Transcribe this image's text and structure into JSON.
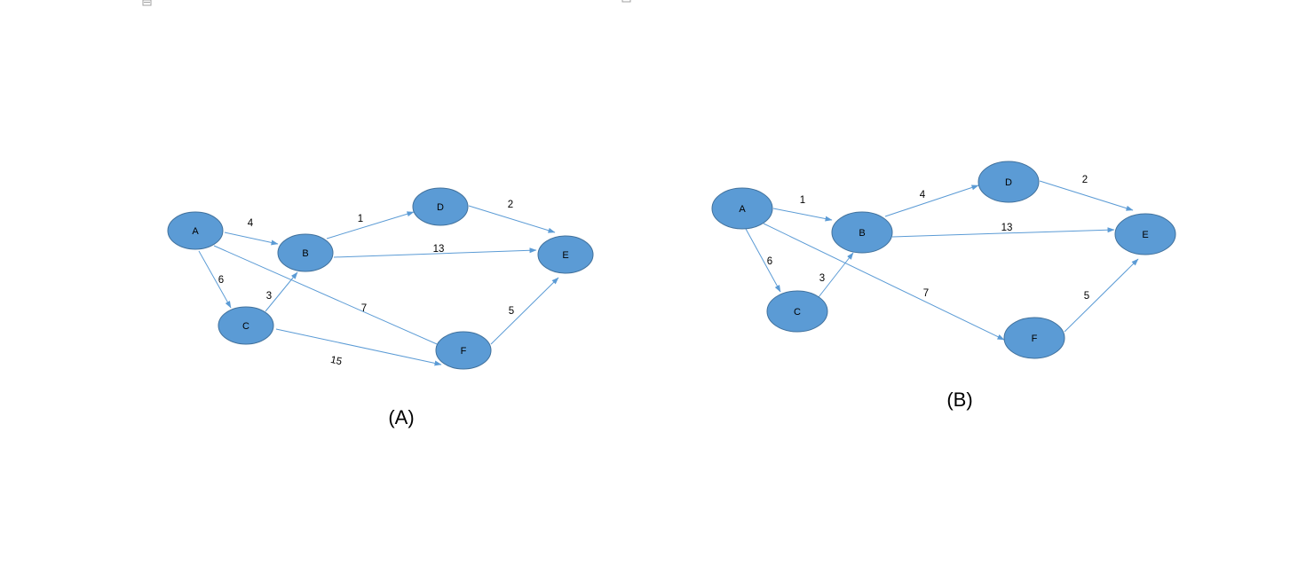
{
  "diagrams": [
    {
      "caption": "(A)",
      "nodes": [
        {
          "id": "A",
          "label": "A"
        },
        {
          "id": "B",
          "label": "B"
        },
        {
          "id": "C",
          "label": "C"
        },
        {
          "id": "D",
          "label": "D"
        },
        {
          "id": "E",
          "label": "E"
        },
        {
          "id": "F",
          "label": "F"
        }
      ],
      "edges": [
        {
          "from": "A",
          "to": "B",
          "weight": "4"
        },
        {
          "from": "A",
          "to": "C",
          "weight": "6"
        },
        {
          "from": "A",
          "to": "F",
          "weight": "7"
        },
        {
          "from": "C",
          "to": "B",
          "weight": "3"
        },
        {
          "from": "B",
          "to": "D",
          "weight": "1"
        },
        {
          "from": "B",
          "to": "E",
          "weight": "13"
        },
        {
          "from": "D",
          "to": "E",
          "weight": "2"
        },
        {
          "from": "C",
          "to": "F",
          "weight": "15"
        },
        {
          "from": "F",
          "to": "E",
          "weight": "5"
        }
      ]
    },
    {
      "caption": "(B)",
      "nodes": [
        {
          "id": "A",
          "label": "A"
        },
        {
          "id": "B",
          "label": "B"
        },
        {
          "id": "C",
          "label": "C"
        },
        {
          "id": "D",
          "label": "D"
        },
        {
          "id": "E",
          "label": "E"
        },
        {
          "id": "F",
          "label": "F"
        }
      ],
      "edges": [
        {
          "from": "A",
          "to": "B",
          "weight": "1"
        },
        {
          "from": "A",
          "to": "C",
          "weight": "6"
        },
        {
          "from": "A",
          "to": "F",
          "weight": "7"
        },
        {
          "from": "C",
          "to": "B",
          "weight": "3"
        },
        {
          "from": "B",
          "to": "D",
          "weight": "4"
        },
        {
          "from": "B",
          "to": "E",
          "weight": "13"
        },
        {
          "from": "D",
          "to": "E",
          "weight": "2"
        },
        {
          "from": "F",
          "to": "E",
          "weight": "5"
        }
      ]
    }
  ],
  "colors": {
    "node_fill": "#5b9bd5",
    "edge": "#5b9bd5"
  }
}
